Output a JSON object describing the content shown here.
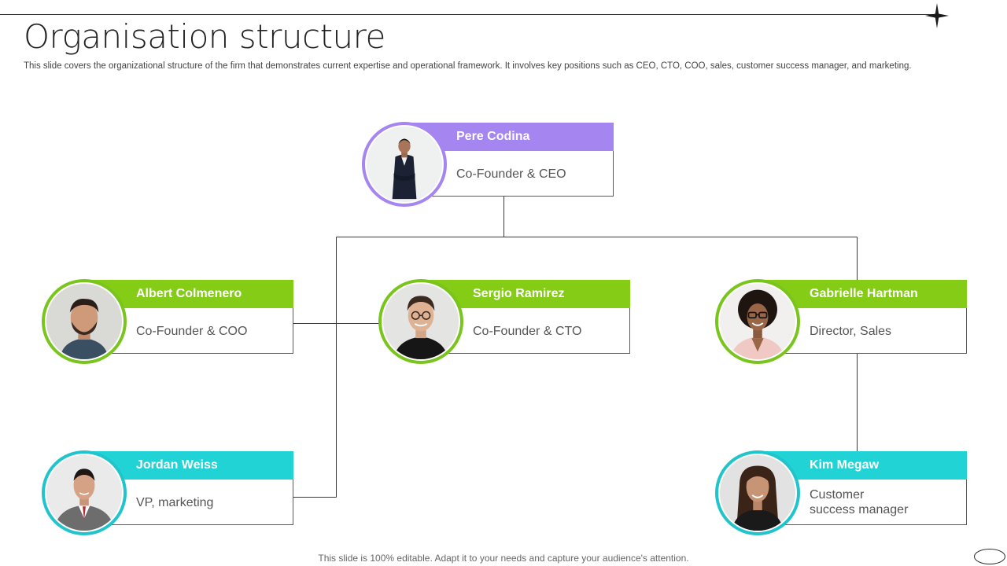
{
  "slide": {
    "title": "Organisation structure",
    "subtitle": "This slide covers the organizational structure of the firm that demonstrates current expertise and operational framework. It involves key positions such as CEO, CTO, COO, sales, customer success manager, and marketing.",
    "footer": "This slide is 100% editable. Adapt it to your needs and capture your audience's attention."
  },
  "colors": {
    "purple": "#a585f0",
    "green": "#84cc16",
    "cyan": "#22d3d6"
  },
  "icons": {
    "top_decoration": "four-point-star-icon",
    "corner_decoration": "oval-icon"
  },
  "members": {
    "ceo": {
      "name": "Pere Codina",
      "role": "Co-Founder & CEO"
    },
    "coo": {
      "name": "Albert Colmenero",
      "role": "Co-Founder & COO"
    },
    "cto": {
      "name": "Sergio Ramirez",
      "role": "Co-Founder & CTO"
    },
    "sales": {
      "name": "Gabrielle Hartman",
      "role": "Director, Sales"
    },
    "marketing": {
      "name": "Jordan Weiss",
      "role": "VP, marketing"
    },
    "csm": {
      "name": "Kim Megaw",
      "role_line1": "Customer",
      "role_line2": "success manager"
    }
  }
}
